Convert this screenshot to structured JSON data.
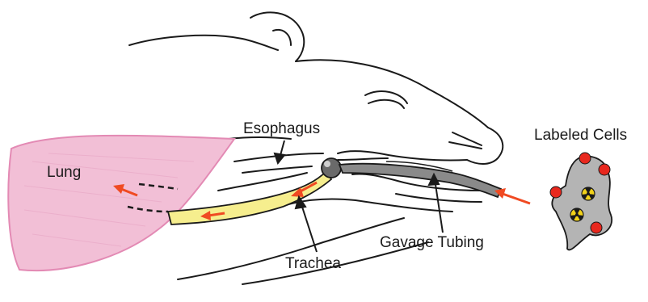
{
  "labels": {
    "esophagus": "Esophagus",
    "lung": "Lung",
    "trachea": "Trachea",
    "gavage_tubing": "Gavage Tubing",
    "labeled_cells": "Labeled Cells"
  },
  "colors": {
    "outline": "#1a1a1a",
    "lung_fill": "#f2bfd6",
    "lung_stroke": "#e38ab4",
    "trachea_fill": "#f6ee8e",
    "tubing_fill": "#8a8a8a",
    "arrow": "#f04a22",
    "cell_fill": "#b4b4b4",
    "cell_dot": "#e8281e",
    "radiation_symbol": "#f2d21a"
  }
}
